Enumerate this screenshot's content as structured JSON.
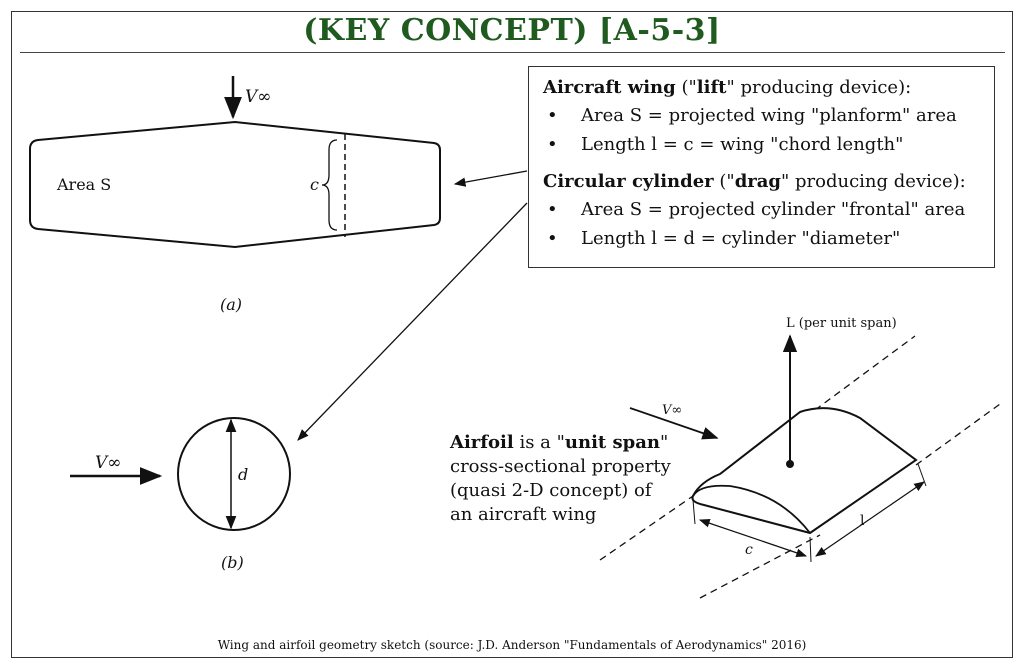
{
  "title": "(KEY CONCEPT) [A-5-3]",
  "infobox": {
    "wing_head_bold": "Aircraft wing",
    "wing_head_mid": " (\"",
    "wing_head_key": "lift",
    "wing_head_tail": "\" producing device):",
    "wing_bullets": [
      "Area S = projected wing \"planform\" area",
      "Length l = c = wing \"chord length\""
    ],
    "cyl_head_bold": "Circular cylinder",
    "cyl_head_mid": " (\"",
    "cyl_head_key": "drag",
    "cyl_head_tail": "\" producing device):",
    "cyl_bullets": [
      "Area S = projected cylinder \"frontal\" area",
      "Length l = d = cylinder \"diameter\""
    ],
    "bullet_char": "•"
  },
  "wing_figure": {
    "velocity_label": "V∞",
    "area_label": "Area S",
    "chord_label": "c",
    "sublabel": "(a)"
  },
  "cylinder_figure": {
    "velocity_label": "V∞",
    "diameter_label": "d",
    "sublabel": "(b)"
  },
  "airfoil_figure": {
    "lift_label": "L (per unit span)",
    "velocity_label": "V∞",
    "chord_label": "c",
    "span_label": "l"
  },
  "airfoil_text": {
    "bold1": "Airfoil",
    "plain1": " is a \"",
    "bold2": "unit span",
    "plain2": "\"",
    "line2": "cross-sectional property",
    "line3": "(quasi 2-D concept) of",
    "line4": "an aircraft wing"
  },
  "caption": "Wing and airfoil geometry sketch (source: J.D. Anderson \"Fundamentals of Aerodynamics\" 2016)",
  "colors": {
    "title": "#1f5a1f",
    "ink": "#111111"
  }
}
